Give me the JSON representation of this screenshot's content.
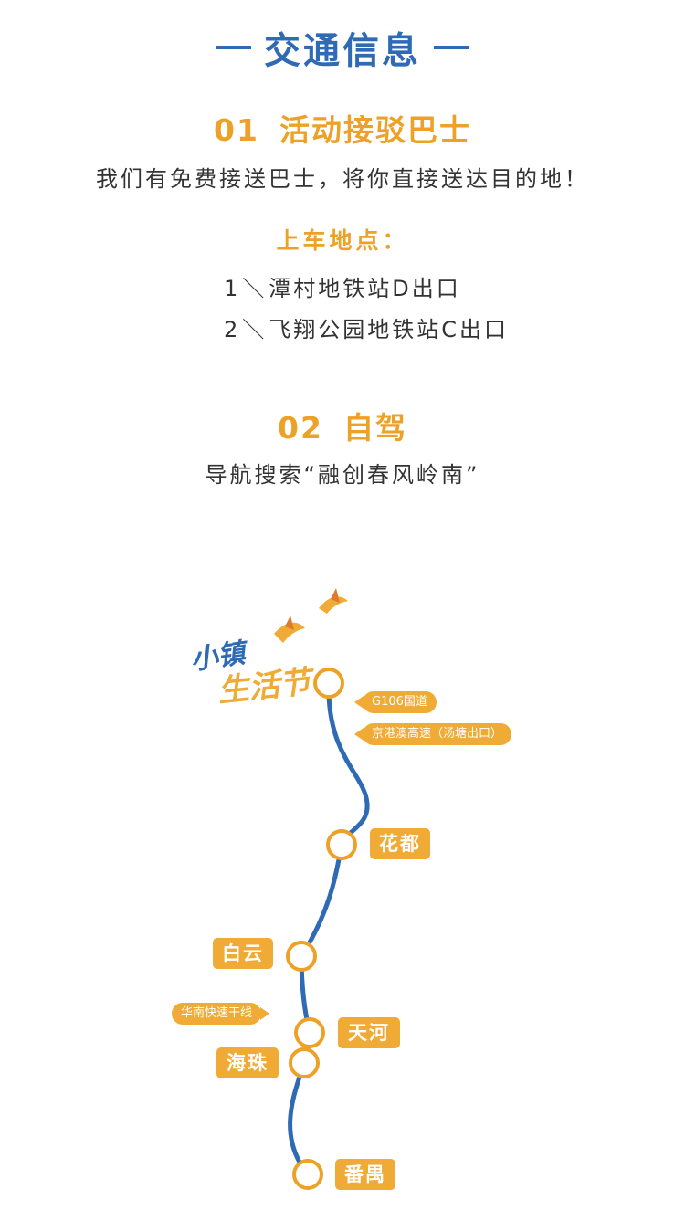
{
  "header": {
    "title": "交通信息"
  },
  "section1": {
    "number": "01",
    "title": "活动接驳巴士",
    "description": "我们有免费接送巴士，将你直接送达目的地！",
    "pickup_title": "上车地点：",
    "locations": [
      {
        "index": "1",
        "separator": "＼",
        "name": "潭村地铁站D出口"
      },
      {
        "index": "2",
        "separator": "＼",
        "name": "飞翔公园地铁站C出口"
      }
    ]
  },
  "section2": {
    "number": "02",
    "title": "自驾",
    "description": "导航搜索“融创春风岭南”"
  },
  "map": {
    "logo_line1": "小镇",
    "logo_line2": "生活节",
    "road_labels": [
      "G106国道",
      "京港澳高速（汤塘出口）",
      "华南快速干线"
    ],
    "stations": [
      "花都",
      "白云",
      "天河",
      "海珠",
      "番禺"
    ],
    "colors": {
      "route": "#2f6ab5",
      "accent": "#eda227",
      "bird": "#f0ab36"
    }
  }
}
